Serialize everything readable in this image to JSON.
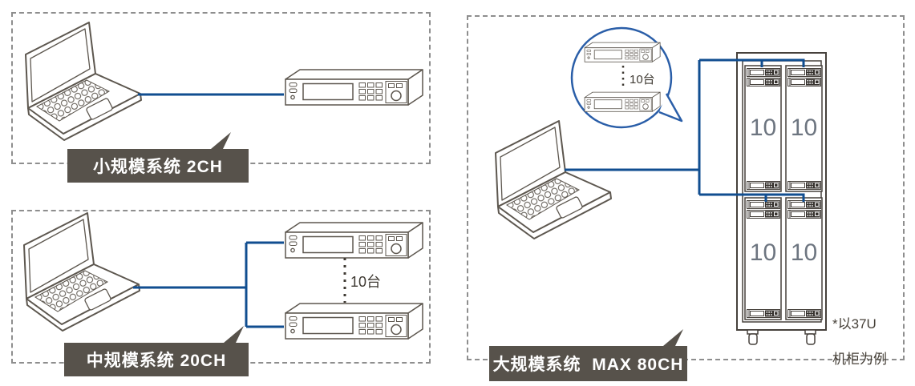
{
  "colors": {
    "accent_line_blue": "#114e90",
    "callout_blue": "#2a5ea8",
    "label_background": "#57524b",
    "label_text": "#ffffff",
    "device_outline": "#5d574f",
    "rack_number_gray": "#6d7580",
    "note_text": "#474139"
  },
  "icons": {
    "laptop": "laptop-icon",
    "instrument": "bench-instrument-icon",
    "rack": "rack-cabinet-icon",
    "callout": "bubble-callout",
    "caster": "caster-wheel-icon"
  },
  "sections": {
    "small": {
      "label": "小规模系统 2CH"
    },
    "medium": {
      "label": "中规模系统 20CH",
      "count_label": "10台"
    },
    "large": {
      "label": "大规模系统  MAX 80CH",
      "bubble_count_label": "10台",
      "note_line1": "*以37U",
      "note_line2": "机柜为例",
      "rack_slots": [
        "10",
        "10",
        "10",
        "10"
      ]
    }
  }
}
